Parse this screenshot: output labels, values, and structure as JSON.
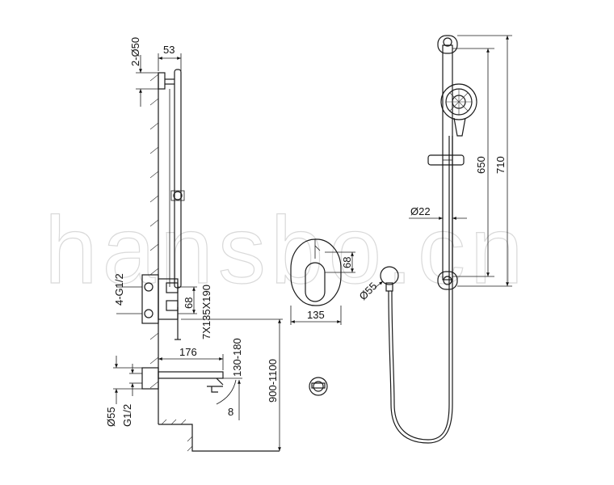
{
  "watermark": "hansbo.cn",
  "dims": {
    "d_2_50": "2-Ø50",
    "d_53": "53",
    "d_4g12": "4-G1/2",
    "d_68_left": "68",
    "d_box": "7X135X190",
    "d_176": "176",
    "d_130_180": "130-180",
    "d_900_1100": "900-1100",
    "d_55": "Ø55",
    "d_g12": "G1/2",
    "d_8": "8",
    "d_68_plate": "68",
    "d_135": "135",
    "d_55_outlet": "Ø55",
    "d_22": "Ø22",
    "d_650": "650",
    "d_710": "710"
  }
}
